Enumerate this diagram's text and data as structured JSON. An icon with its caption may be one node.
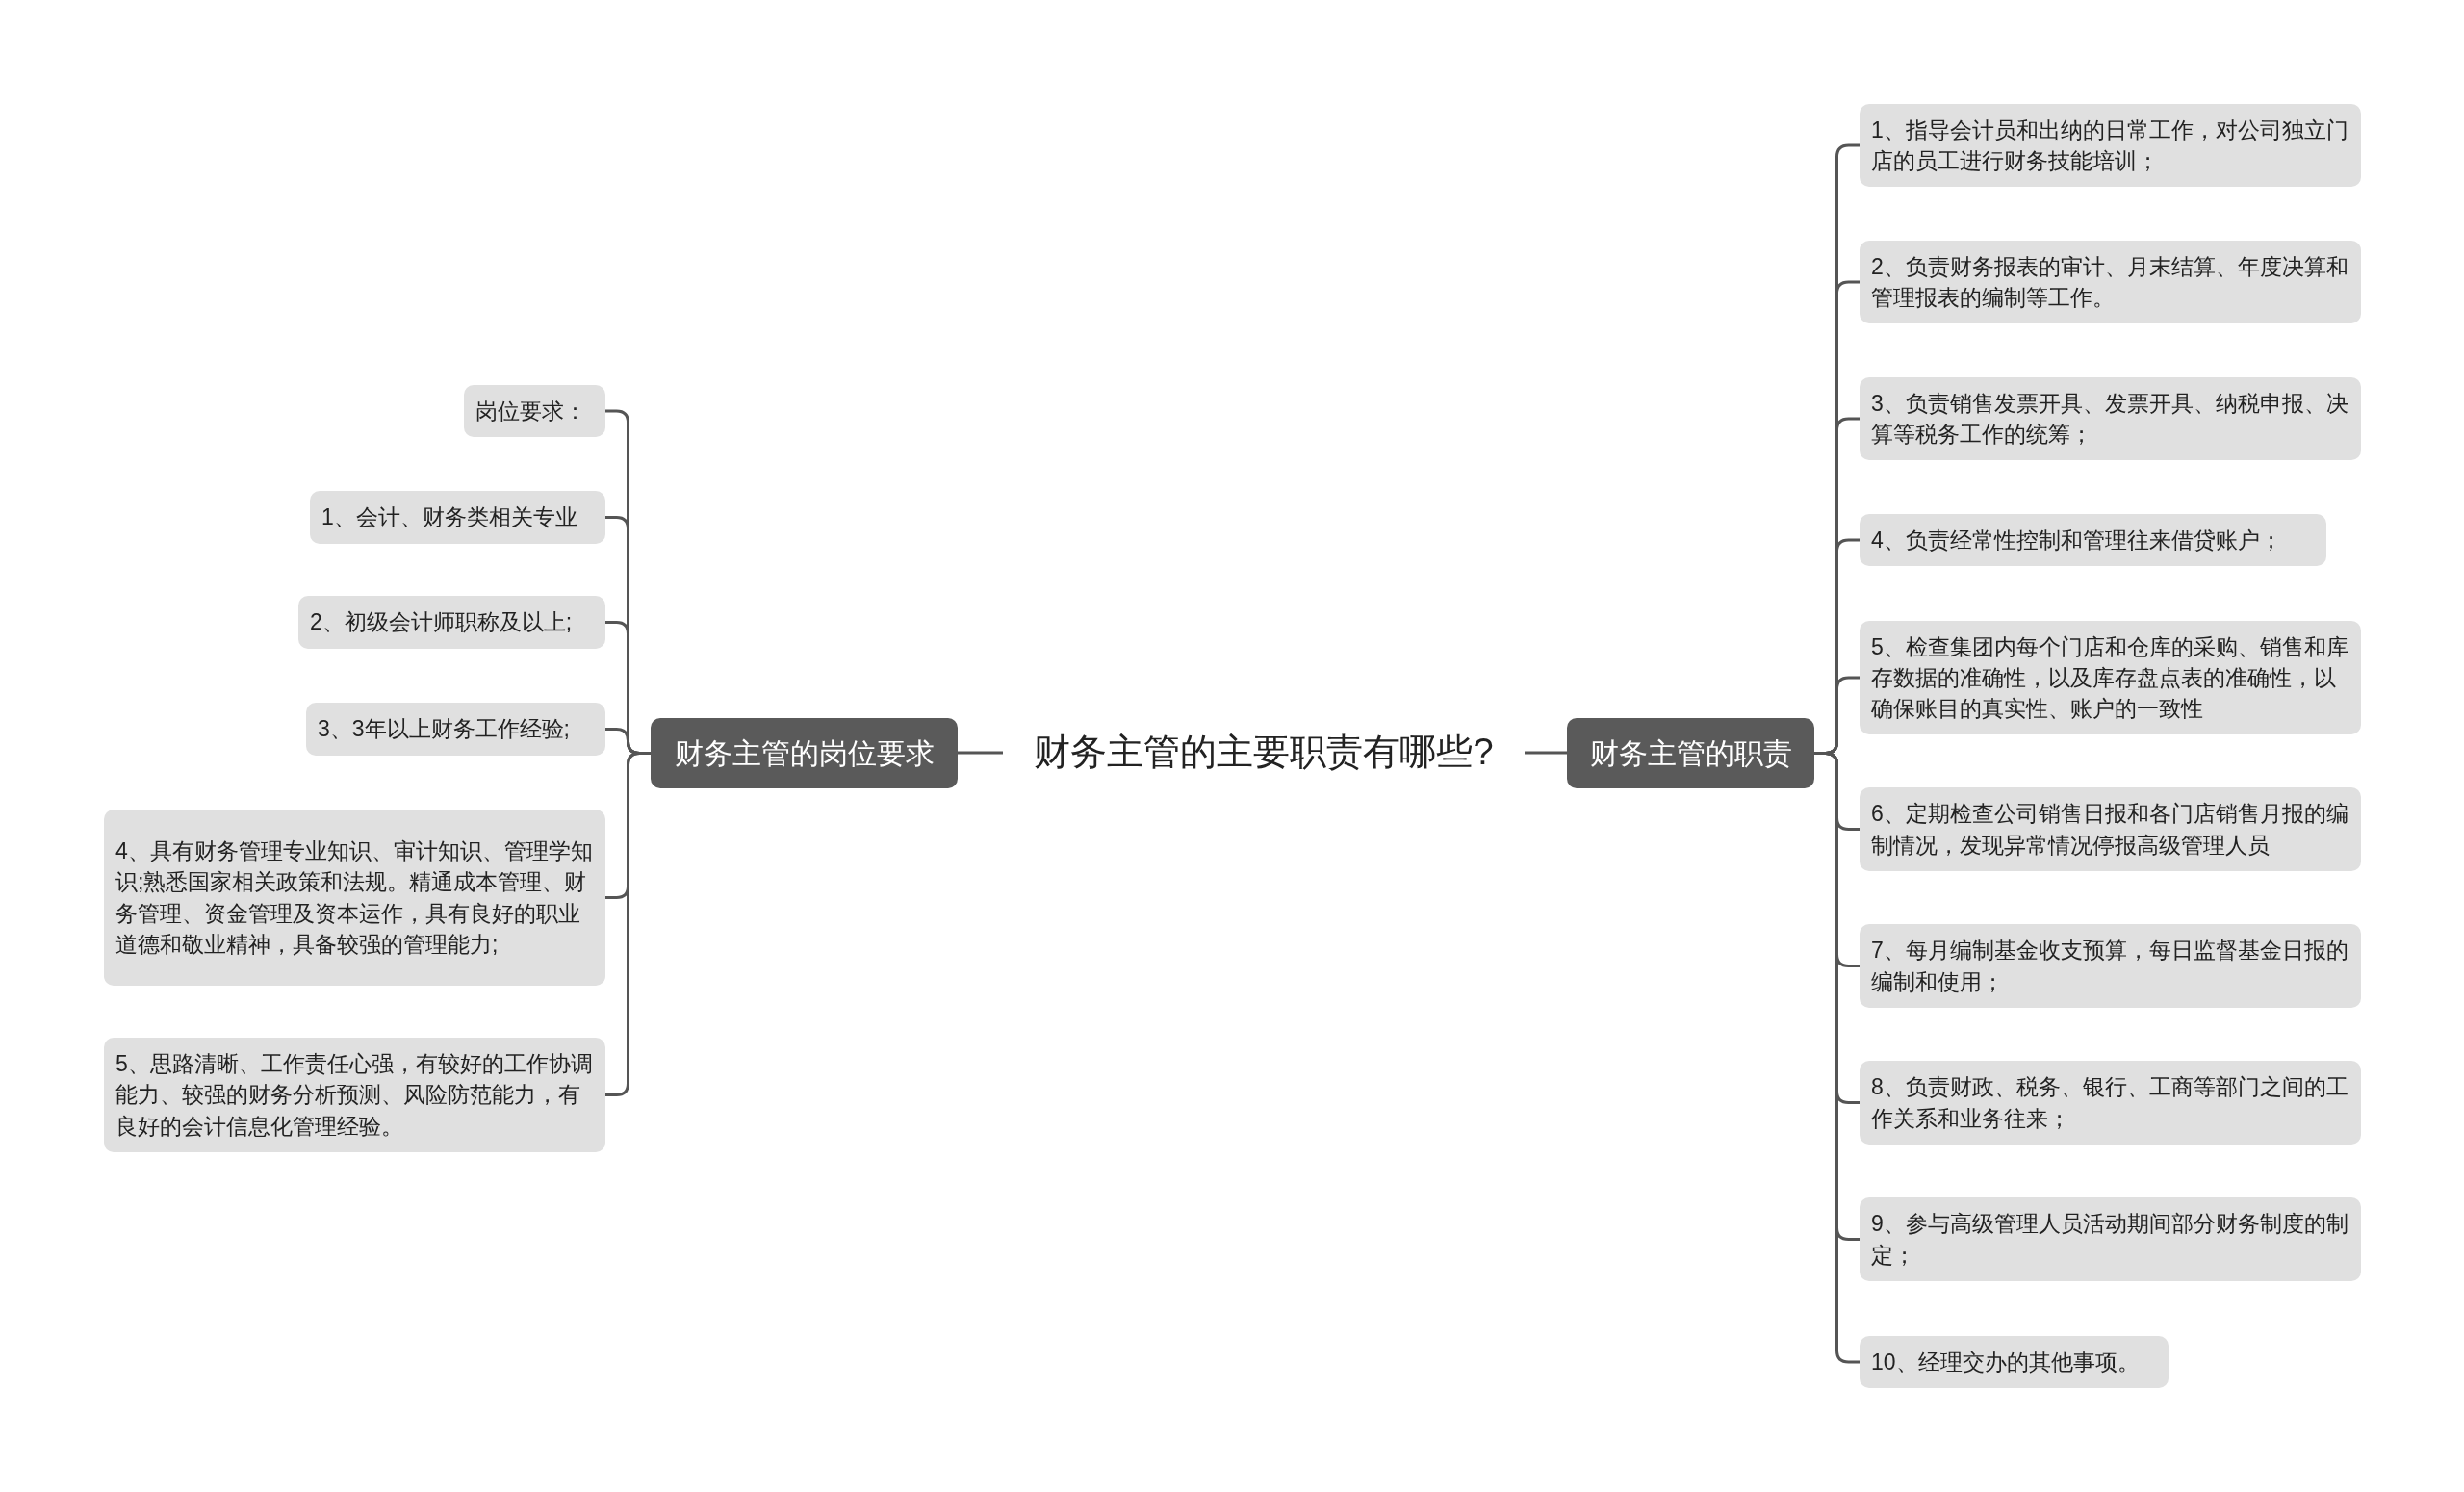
{
  "diagram": {
    "nodes": [
      {
        "text": [
          "财务主管的主要职责有哪些?"
        ]
      },
      {
        "text": [
          "财务主管的岗位要求"
        ]
      },
      {
        "text": [
          "岗位要求："
        ]
      },
      {
        "text": [
          "1、会计、财务类相关专业"
        ]
      },
      {
        "text": [
          "2、初级会计师职称及以上;"
        ]
      },
      {
        "text": [
          "3、3年以上财务工作经验;"
        ]
      },
      {
        "text": [
          "4、具有财务管理专业知识、审计知识、管理学知识;熟悉国家相关政策和法规。精通成本管理、财务管理、资金管理及资本运作，具有良好的职业道德和敬业精神，具备较强的管理能力;"
        ]
      },
      {
        "text": [
          "5、思路清晰、工作责任心强，有较好的工作协调能力、较强的财务分析预测、风险防范能力，有良好的会计信息化管理经验。"
        ]
      },
      {
        "text": [
          "财务主管的职责"
        ]
      },
      {
        "text": [
          "1、指导会计员和出纳的日常工作，对公司独立门店的员工进行财务技能培训；"
        ]
      },
      {
        "text": [
          "2、负责财务报表的审计、月末结算、年度决算和管理报表的编制等工作。"
        ]
      },
      {
        "text": [
          "3、负责销售发票开具、发票开具、纳税申报、决算等税务工作的统筹；"
        ]
      },
      {
        "text": [
          "4、负责经常性控制和管理往来借贷账户；"
        ]
      },
      {
        "text": [
          "5、检查集团内每个门店和仓库的采购、销售和库存数据的准确性，以及库存盘点表的准确性，以确保账目的真实性、账户的一致性"
        ]
      },
      {
        "text": [
          "6、定期检查公司销售日报和各门店销售月报的编制情况，发现异常情况停报高级管理人员"
        ]
      },
      {
        "text": [
          "7、每月编制基金收支预算，每日监督基金日报的编制和使用；"
        ]
      },
      {
        "text": [
          "8、负责财政、税务、银行、工商等部门之间的工作关系和业务往来；"
        ]
      },
      {
        "text": [
          "9、参与高级管理人员活动期间部分财务制度的制定；"
        ]
      },
      {
        "text": [
          "10、经理交办的其他事项。"
        ]
      }
    ],
    "edges": [
      {
        "from": 0,
        "to": 1,
        "arrow": "none"
      },
      {
        "from": 1,
        "to": 2,
        "arrow": "none"
      },
      {
        "from": 1,
        "to": 3,
        "arrow": "none"
      },
      {
        "from": 1,
        "to": 4,
        "arrow": "none"
      },
      {
        "from": 1,
        "to": 5,
        "arrow": "none"
      },
      {
        "from": 1,
        "to": 6,
        "arrow": "none"
      },
      {
        "from": 1,
        "to": 7,
        "arrow": "none"
      },
      {
        "from": 0,
        "to": 8,
        "arrow": "none"
      },
      {
        "from": 8,
        "to": 9,
        "arrow": "none"
      },
      {
        "from": 8,
        "to": 10,
        "arrow": "none"
      },
      {
        "from": 8,
        "to": 11,
        "arrow": "none"
      },
      {
        "from": 8,
        "to": 12,
        "arrow": "none"
      },
      {
        "from": 8,
        "to": 13,
        "arrow": "none"
      },
      {
        "from": 8,
        "to": 14,
        "arrow": "none"
      },
      {
        "from": 8,
        "to": 15,
        "arrow": "none"
      },
      {
        "from": 8,
        "to": 16,
        "arrow": "none"
      },
      {
        "from": 8,
        "to": 17,
        "arrow": "none"
      },
      {
        "from": 8,
        "to": 18,
        "arrow": "none"
      }
    ]
  }
}
